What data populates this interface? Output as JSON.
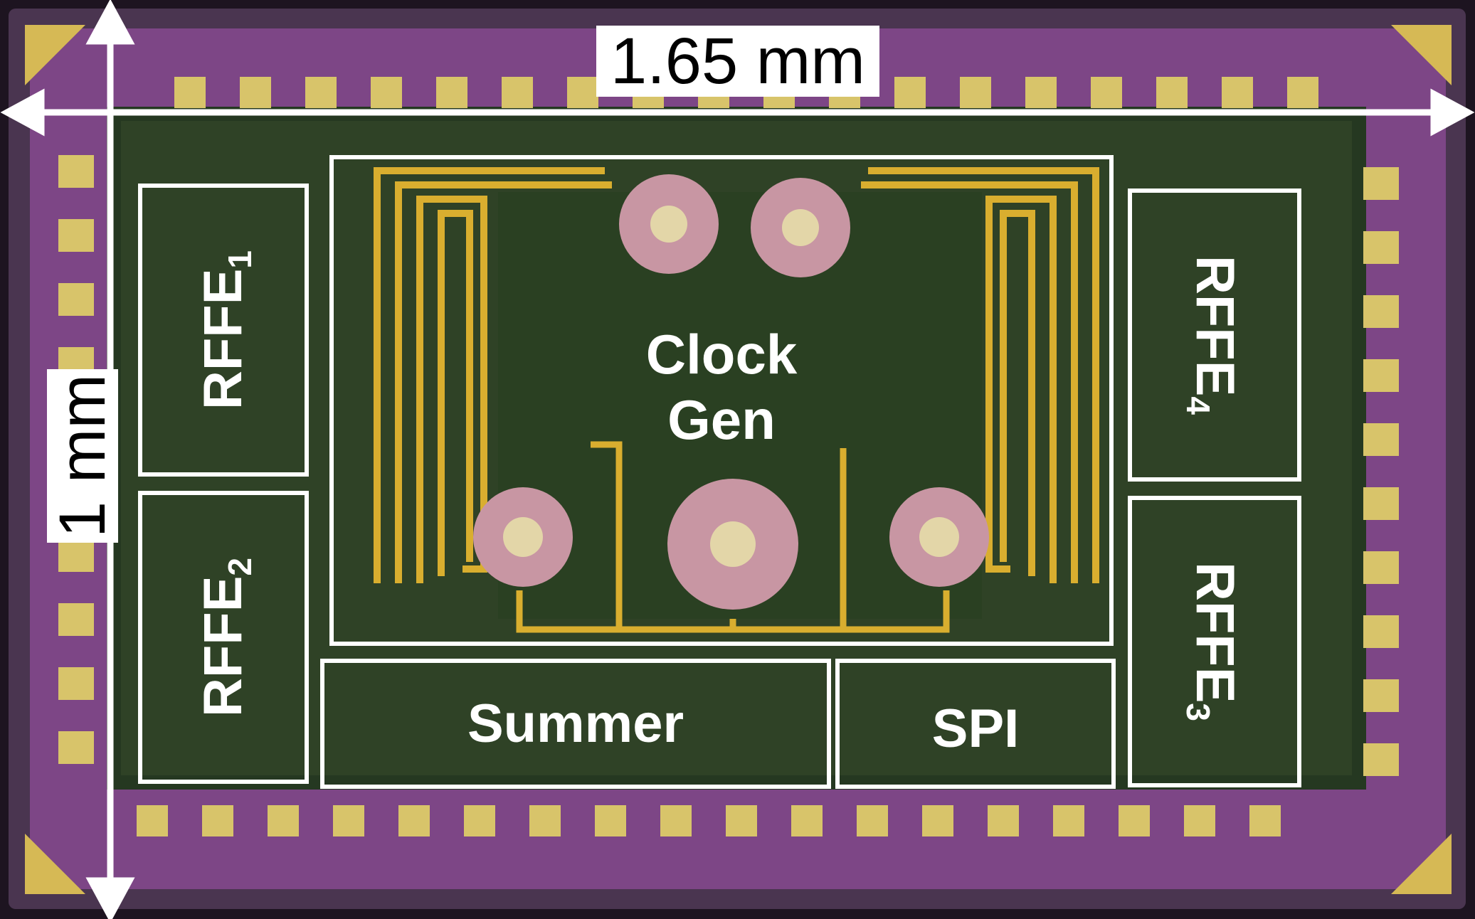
{
  "dimensions": {
    "width_label": "1.65 mm",
    "height_label": "1 mm"
  },
  "blocks": {
    "rffe1": {
      "base": "RFFE",
      "sub": "1"
    },
    "rffe2": {
      "base": "RFFE",
      "sub": "2"
    },
    "rffe3": {
      "base": "RFFE",
      "sub": "3"
    },
    "rffe4": {
      "base": "RFFE",
      "sub": "4"
    },
    "clock_gen": {
      "line1": "Clock",
      "line2": "Gen"
    },
    "summer": "Summer",
    "spi": "SPI"
  },
  "colors": {
    "die_substrate": "#3a2a3e",
    "metal_fill": "#2f3e25",
    "pad_ring": "#8a4f92",
    "bond_pad": "#d8c46a",
    "inductor_trace": "#d9ae2f",
    "inductor_disk": "#c99aa6",
    "annotation": "#ffffff"
  }
}
